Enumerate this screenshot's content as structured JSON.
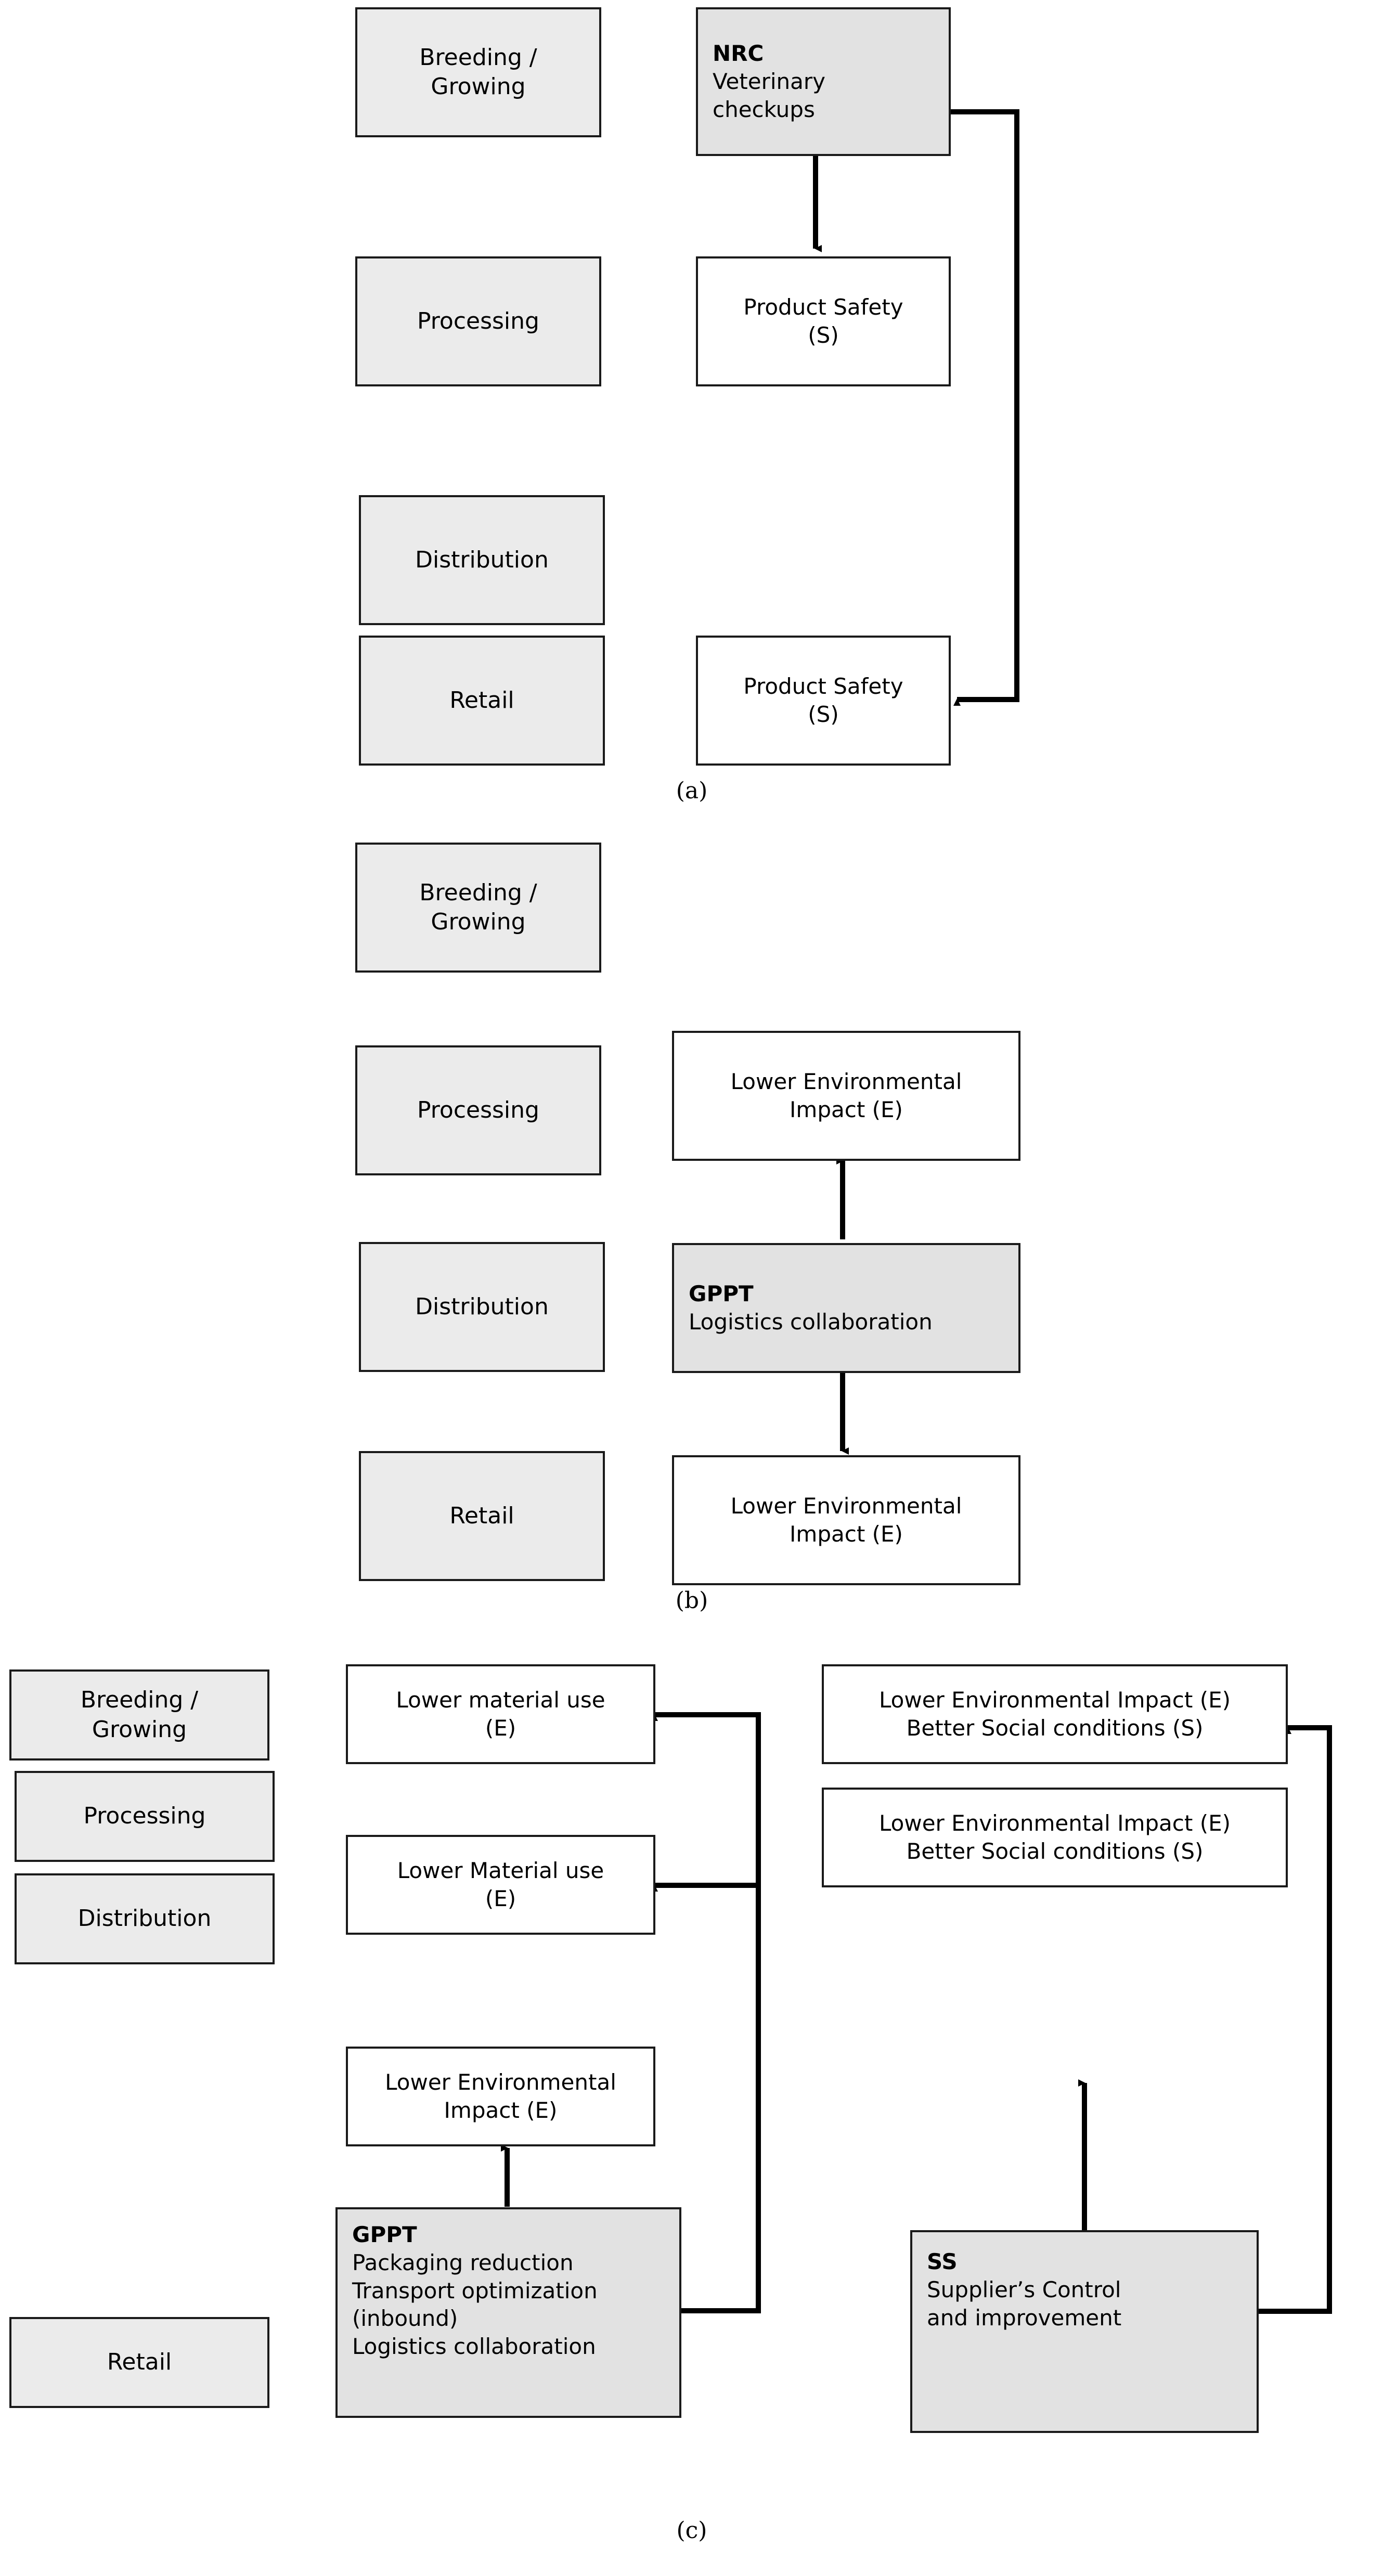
{
  "figure": {
    "panels": [
      {
        "id": "a",
        "caption": "(a)",
        "stages": [
          {
            "label": "Breeding /\nGrowing"
          },
          {
            "label": "Processing"
          },
          {
            "label": "Distribution"
          },
          {
            "label": "Retail"
          }
        ],
        "practice": {
          "title": "NRC",
          "lines": [
            "Veterinary",
            "checkups"
          ]
        },
        "outcomes": [
          {
            "lines": [
              "Product Safety",
              "(S)"
            ]
          },
          {
            "lines": [
              "Product Safety",
              "(S)"
            ]
          }
        ]
      },
      {
        "id": "b",
        "caption": "(b)",
        "stages": [
          {
            "label": "Breeding /\nGrowing"
          },
          {
            "label": "Processing"
          },
          {
            "label": "Distribution"
          },
          {
            "label": "Retail"
          }
        ],
        "practice": {
          "title": "GPPT",
          "lines": [
            "Logistics collaboration"
          ]
        },
        "outcomes": [
          {
            "lines": [
              "Lower Environmental",
              "Impact (E)"
            ]
          },
          {
            "lines": [
              "Lower Environmental",
              "Impact (E)"
            ]
          }
        ]
      },
      {
        "id": "c",
        "caption": "(c)",
        "stages": [
          {
            "label": "Breeding /\nGrowing"
          },
          {
            "label": "Processing"
          },
          {
            "label": "Distribution"
          },
          {
            "label": "Retail"
          }
        ],
        "practices": [
          {
            "title": "GPPT",
            "lines": [
              "Packaging reduction",
              "Transport optimization",
              "(inbound)",
              "Logistics collaboration"
            ]
          },
          {
            "title": "SS",
            "lines": [
              "Supplier’s Control",
              "and improvement"
            ]
          }
        ],
        "outcomes_middle": [
          {
            "lines": [
              "Lower material use",
              "(E)"
            ]
          },
          {
            "lines": [
              "Lower Material use",
              "(E)"
            ]
          },
          {
            "lines": [
              "Lower Environmental",
              "Impact (E)"
            ]
          }
        ],
        "outcomes_right": [
          {
            "lines": [
              "Lower Environmental Impact (E)",
              "Better Social conditions (S)"
            ]
          },
          {
            "lines": [
              "Lower Environmental Impact (E)",
              "Better Social conditions (S)"
            ]
          }
        ]
      }
    ],
    "colors": {
      "stage_fill": "#ebebeb",
      "practice_fill": "#e2e2e2",
      "outcome_fill": "#ffffff",
      "stroke": "#1a1a1a"
    }
  }
}
